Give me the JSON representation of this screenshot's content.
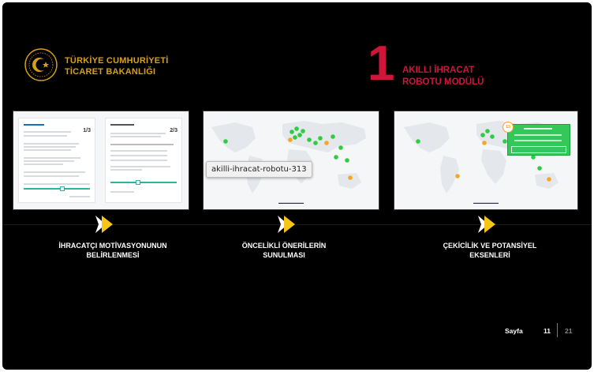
{
  "header": {
    "ministry_line1": "TÜRKİYE CUMHURİYETİ",
    "ministry_line2": "TİCARET BAKANLIĞI",
    "module_number": "1",
    "module_line1": "AKILLI İHRACAT",
    "module_line2": "ROBOTU MODÜLÜ"
  },
  "steps": [
    {
      "caption_line1": "İHRACATÇI MOTİVASYONUNUN",
      "caption_line2": "BELİRLENMESİ"
    },
    {
      "caption_line1": "ÖNCELİKLİ ÖNERİLERİN",
      "caption_line2": "SUNULMASI"
    },
    {
      "caption_line1": "ÇEKİCİLİK VE POTANSİYEL",
      "caption_line2": "EKSENLERİ"
    }
  ],
  "tooltip": {
    "text": "akilli-ihracat-robotu-313"
  },
  "footer": {
    "label": "Sayfa",
    "page": "11",
    "total": "21"
  },
  "colors": {
    "accent_red": "#d0143a",
    "gold": "#d4a017",
    "arrow_yellow": "#f5c518",
    "map_green": "#2ecc40",
    "map_orange": "#f5a623"
  }
}
